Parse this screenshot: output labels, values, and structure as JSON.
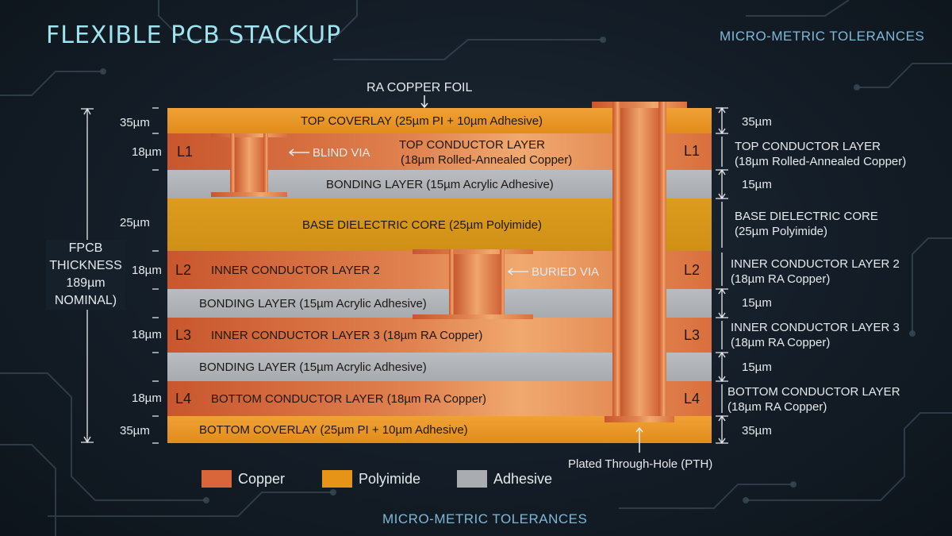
{
  "title": "FLEXIBLE PCB STACKUP",
  "subtitle_top": "MICRO-METRIC TOLERANCES",
  "subtitle_bottom": "MICRO-METRIC TOLERANCES",
  "ra_copper_foil": "RA COPPER FOIL",
  "total_thickness": {
    "line1": "FPCB",
    "line2": "THICKNESS",
    "line3": "189µm",
    "line4": "NOMINAL)"
  },
  "layers": {
    "top_coverlay": {
      "label": "TOP COVERLAY (25µm PI + 10µm Adhesive)",
      "thickness": "35µm"
    },
    "top_conductor": {
      "id": "L1",
      "label_1": "TOP CONDUCTOR LAYER",
      "label_2": "(18µm Rolled-Annealed Copper)",
      "thickness": "18µm"
    },
    "bonding_1": {
      "label": "BONDING LAYER (15µm Acrylic Adhesive)",
      "thickness": "15µm"
    },
    "base_core": {
      "label": "BASE DIELECTRIC CORE (25µm Polyimide)",
      "thickness": "25µm"
    },
    "inner_2": {
      "id": "L2",
      "label": "INNER CONDUCTOR LAYER 2",
      "thickness": "18µm"
    },
    "bonding_2": {
      "label": "BONDING LAYER (15µm Acrylic Adhesive)",
      "thickness": "15µm"
    },
    "inner_3": {
      "id": "L3",
      "label": "INNER CONDUCTOR LAYER 3 (18µm RA Copper)",
      "thickness": "18µm"
    },
    "bonding_3": {
      "label": "BONDING LAYER (15µm Acrylic Adhesive)",
      "thickness": "15µm"
    },
    "bottom_conductor": {
      "id": "L4",
      "label": "BOTTOM CONDUCTOR LAYER (18µm RA Copper)",
      "thickness": "18µm"
    },
    "bottom_coverlay": {
      "label": "BOTTOM COVERLAY (25µm PI + 10µm Adhesive)",
      "thickness": "35µm"
    }
  },
  "right_labels": {
    "top_conductor_1": "TOP CONDUCTOR LAYER",
    "top_conductor_2": "(18µm Rolled-Annealed Copper)",
    "base_core_1": "BASE DIELECTRIC CORE",
    "base_core_2": "(25µm Polyimide)",
    "inner_2_1": "INNER CONDUCTOR LAYER 2",
    "inner_2_2": "(18µm RA Copper)",
    "inner_3_1": "INNER CONDUCTOR LAYER 3",
    "inner_3_2": "(18µm RA Copper)",
    "bottom_1": "BOTTOM CONDUCTOR LAYER",
    "bottom_2": "(18µm RA Copper)"
  },
  "vias": {
    "blind": "BLIND VIA",
    "buried": "BURIED VIA",
    "pth": "Plated Through-Hole (PTH)"
  },
  "legend": [
    {
      "label": "Copper",
      "color": "#d9653a"
    },
    {
      "label": "Polyimide",
      "color": "#e69418"
    },
    {
      "label": "Adhesive",
      "color": "#a9adb2"
    }
  ]
}
